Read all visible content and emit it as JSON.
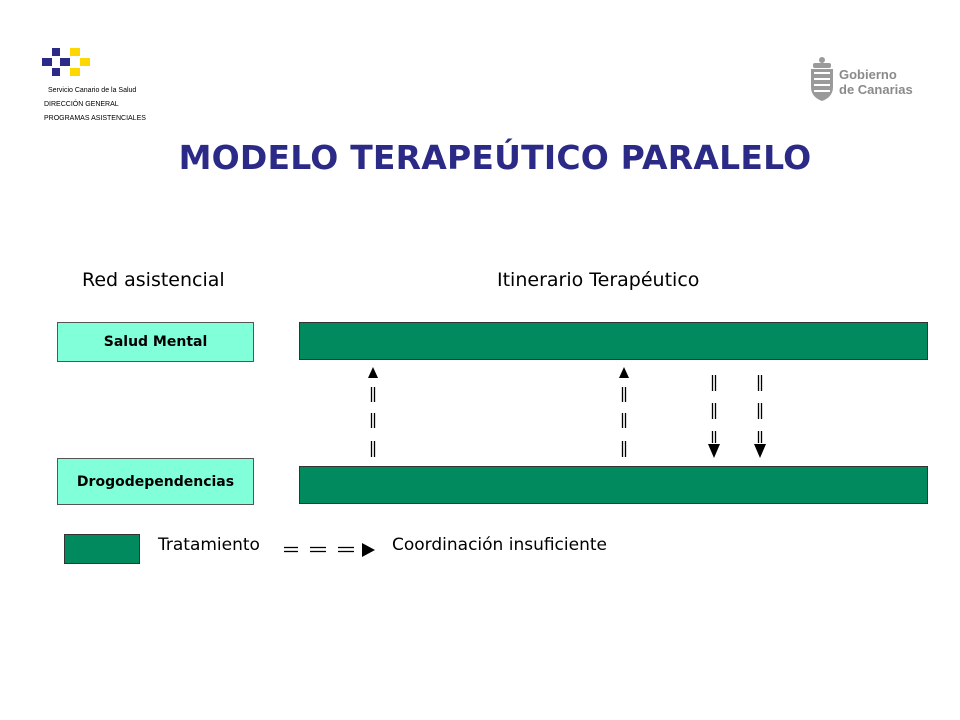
{
  "header": {
    "org_line1": "Servicio Canario de la Salud",
    "org_line2": "DIRECCIÓN GENERAL",
    "org_line3": "PROGRAMAS ASISTENCIALES",
    "gov_logo_line1": "Gobierno",
    "gov_logo_line2": "de Canarias"
  },
  "title": "MODELO TERAPEÚTICO PARALELO",
  "columns": {
    "left": "Red asistencial",
    "right": "Itinerario Terapéutico"
  },
  "rows": [
    {
      "label": "Salud Mental"
    },
    {
      "label": "Drogodependencias"
    }
  ],
  "legend": {
    "treatment": "Tratamiento",
    "coordination": "Coordinación insuficiente"
  },
  "colors": {
    "title": "#2b2a86",
    "label_box": "#80ffd9",
    "treatment_bar": "#008a5e",
    "logo_blue": "#2b2a86",
    "logo_yellow": "#ffd700"
  }
}
